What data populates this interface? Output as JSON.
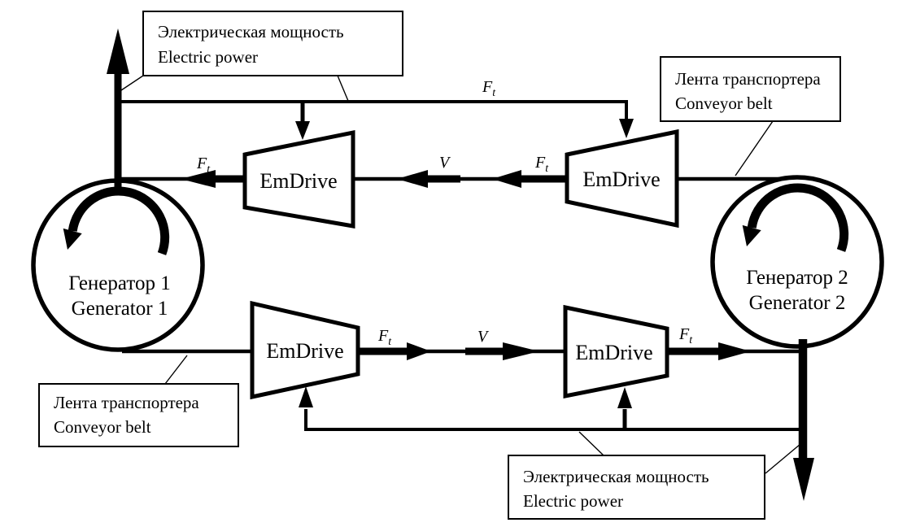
{
  "colors": {
    "ink": "#000000",
    "paper": "#ffffff"
  },
  "callouts": {
    "electric_power_top": {
      "ru": "Электрическая мощность",
      "en": "Electric power"
    },
    "conveyor_belt_right": {
      "ru": "Лента транспортера",
      "en": "Conveyor belt"
    },
    "conveyor_belt_left": {
      "ru": "Лента транспортера",
      "en": "Conveyor belt"
    },
    "electric_power_bottom": {
      "ru": "Электрическая мощность",
      "en": "Electric power"
    }
  },
  "generators": {
    "generator1": {
      "ru": "Генератор 1",
      "en": "Generator 1"
    },
    "generator2": {
      "ru": "Генератор 2",
      "en": "Generator 2"
    }
  },
  "devices": {
    "emdrive": "EmDrive"
  },
  "symbols": {
    "force": {
      "base": "F",
      "sub": "t"
    },
    "velocity": "V"
  }
}
